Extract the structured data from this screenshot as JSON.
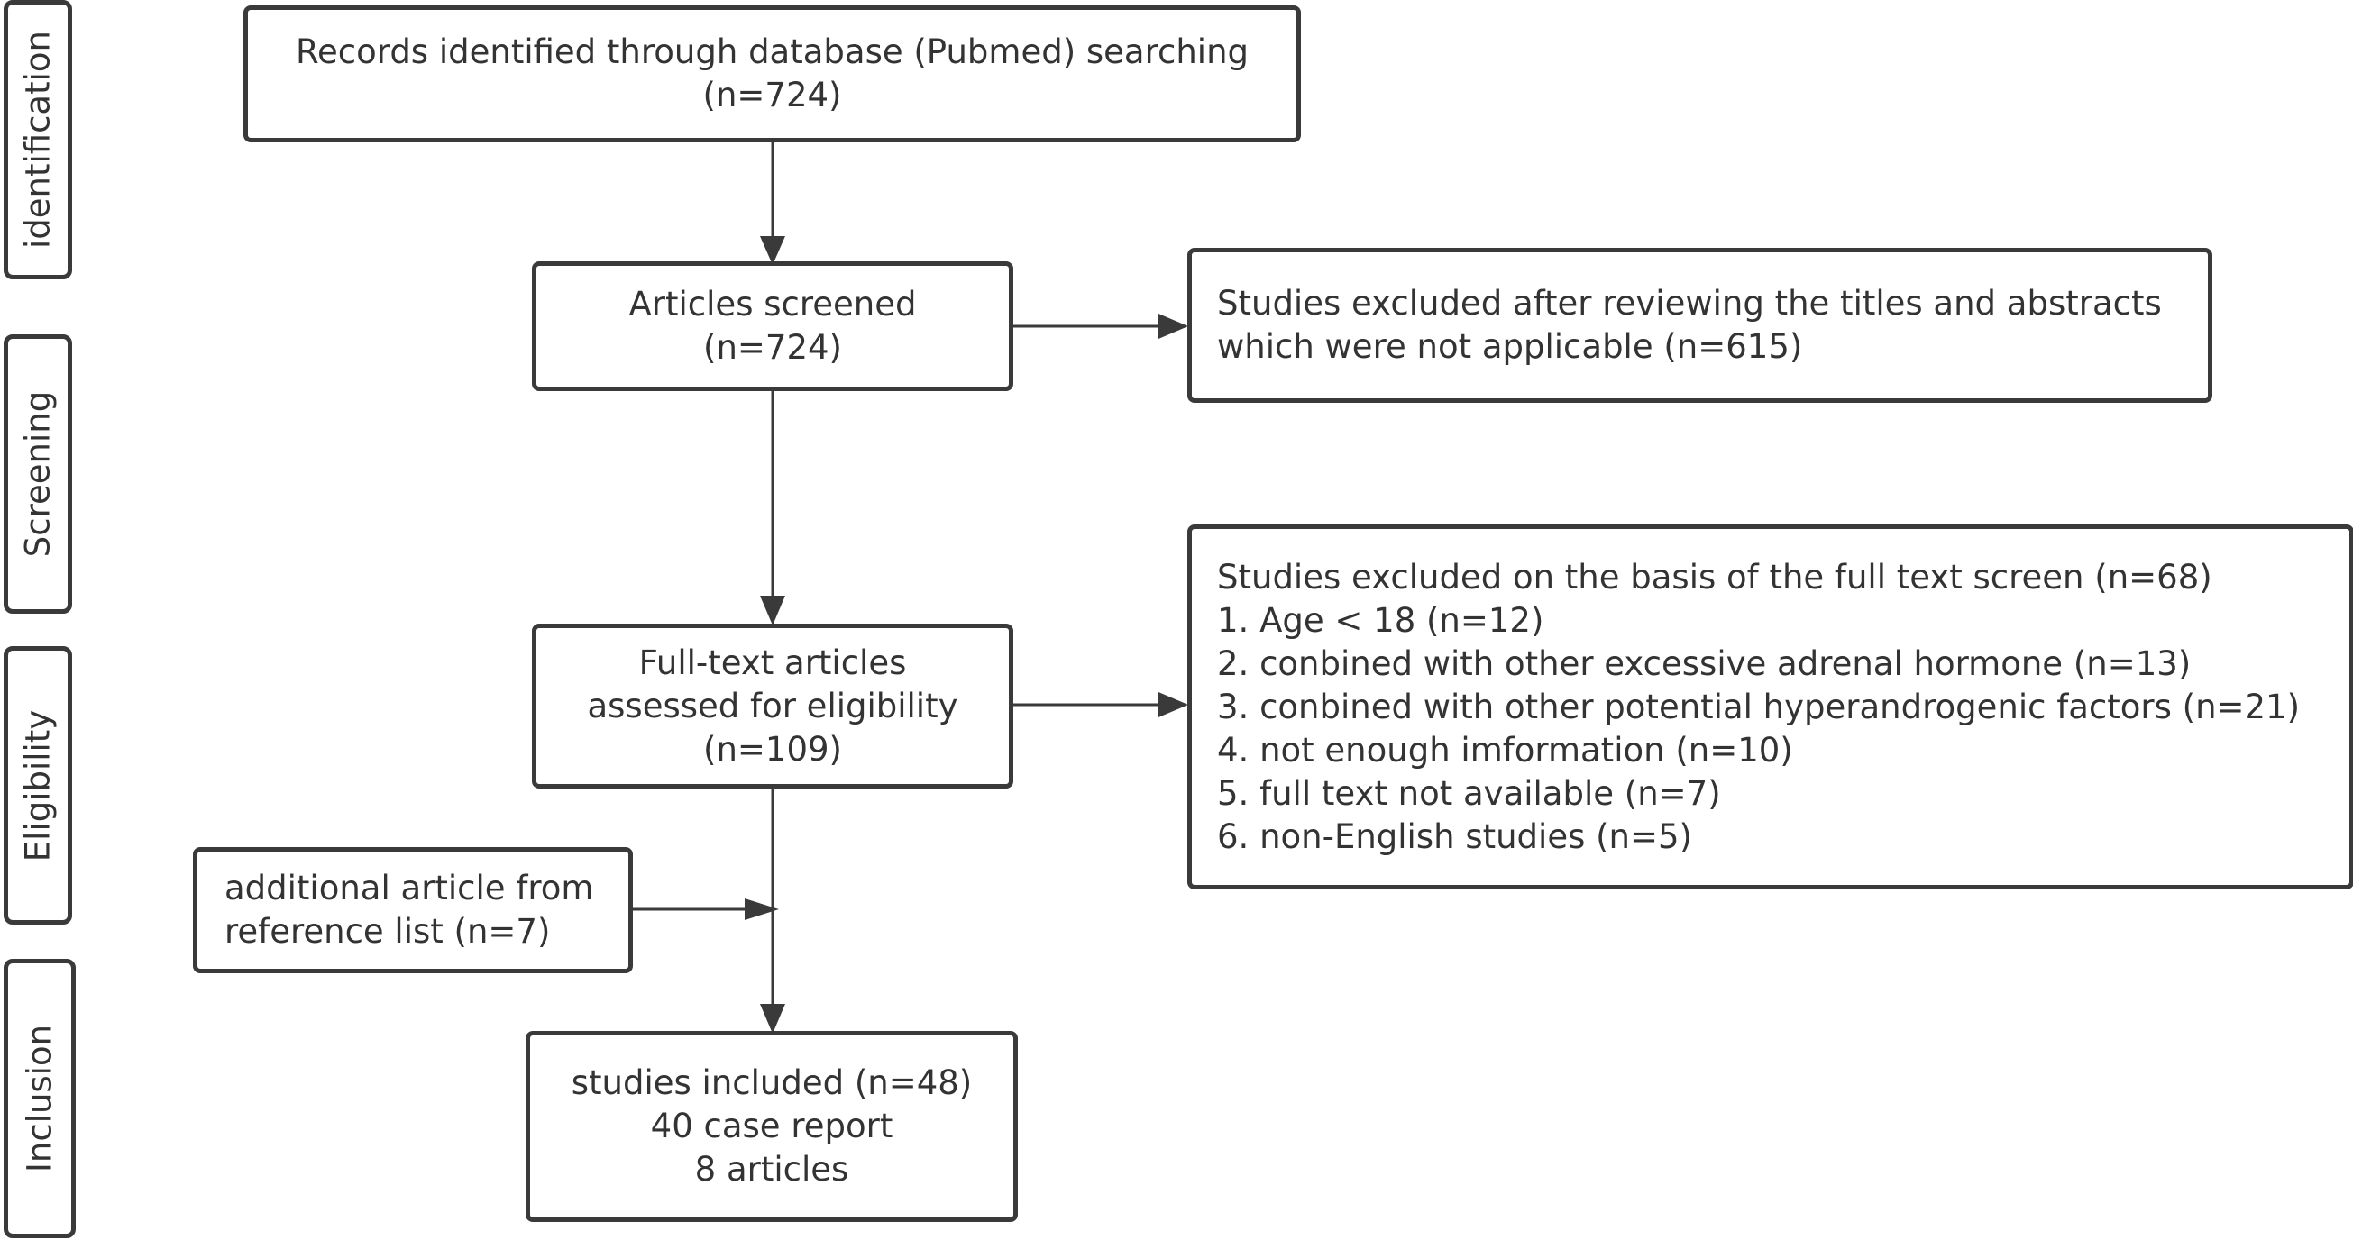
{
  "stages": {
    "identification": "identification",
    "screening": "Screening",
    "eligibility": "Eligibility",
    "inclusion": "Inclusion"
  },
  "records_box": {
    "line1": "Records identified through database (Pubmed) searching",
    "line2": "(n=724)"
  },
  "screened_box": {
    "line1": "Articles screened",
    "line2": "(n=724)"
  },
  "excluded_titles_box": {
    "line1": "Studies excluded after reviewing the titles and abstracts",
    "line2": "which were not applicable (n=615)"
  },
  "fulltext_box": {
    "line1": "Full-text articles",
    "line2": "assessed for eligibility",
    "line3": "(n=109)"
  },
  "excluded_fulltext_box": {
    "header": "Studies excluded on the basis of the full text screen (n=68)",
    "items": [
      "1. Age < 18  (n=12)",
      "2. conbined with other excessive adrenal hormone (n=13)",
      "3. conbined with other potential hyperandrogenic factors (n=21)",
      "4. not enough imformation (n=10)",
      "5. full text not available (n=7)",
      "6. non-English studies (n=5)"
    ]
  },
  "additional_box": {
    "line1": "additional article from",
    "line2": "reference list (n=7)"
  },
  "included_box": {
    "line1": "studies included (n=48)",
    "line2": "40 case report",
    "line3": "8 articles"
  }
}
